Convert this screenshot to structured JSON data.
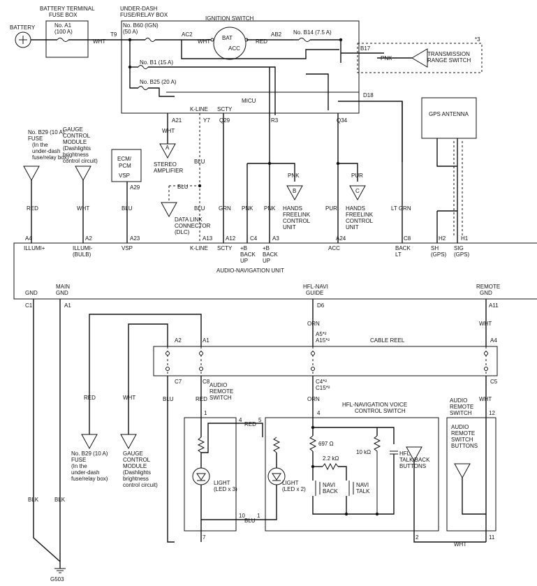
{
  "labels": {
    "battery": "BATTERY",
    "btfb_1": "BATTERY TERMINAL",
    "btfb_2": "FUSE BOX",
    "fuse_a1_1": "No. A1",
    "fuse_a1_2": "(100 A)",
    "udfb_1": "UNDER-DASH",
    "udfb_2": "FUSE/RELAY BOX",
    "fuse_b60_1": "No. B60 (IGN)",
    "fuse_b60_2": "(50 A)",
    "ign_switch": "IGNITION SWITCH",
    "bat": "BAT",
    "acc": "ACC",
    "fuse_b14": "No. B14 (7.5 A)",
    "fuse_b1": "No. B1 (15 A)",
    "fuse_b25": "No. B25 (20 A)",
    "micu": "MICU",
    "star3": "*3",
    "trs_1": "TRANSMISSION",
    "trs_2": "RANGE SWITCH",
    "gps_antenna": "GPS ANTENNA",
    "b29_1": "No. B29 (10 A)",
    "b29_2": "FUSE",
    "b29_3": "(In the",
    "b29_4": "under-dash",
    "b29_5": "fuse/relay box)",
    "gcm_1": "GAUGE",
    "gcm_2": "CONTROL",
    "gcm_3": "MODULE",
    "gcm_4": "(Dashlights",
    "gcm_5": "brightness",
    "gcm_6": "control circuit)",
    "ecm_1": "ECM/",
    "ecm_2": "PCM",
    "ecm_3": "VSP",
    "stereo_1": "STEREO",
    "stereo_2": "AMPLIFIER",
    "dlc_1": "DATA LINK",
    "dlc_2": "CONNECTOR",
    "dlc_3": "(DLC)",
    "hfl_1": "HANDS",
    "hfl_2": "FREELINK",
    "hfl_3": "CONTROL",
    "hfl_4": "UNIT",
    "illumi_plus": "ILLUMI+",
    "illumi_minus_1": "ILLUMI-",
    "illumi_minus_2": "(BULB)",
    "vsp": "VSP",
    "kline": "K-LINE",
    "scty": "SCTY",
    "plusb_1": "+B",
    "plusb_2": "BACK",
    "plusb_3": "UP",
    "acc_pin": "ACC",
    "backlt_1": "BACK",
    "backlt_2": "LT",
    "sh_1": "SH",
    "sh_2": "(GPS)",
    "sig_1": "SIG",
    "sig_2": "(GPS)",
    "anu": "AUDIO-NAVIGATION UNIT",
    "gnd": "GND",
    "main_gnd_1": "MAIN",
    "main_gnd_2": "GND",
    "hfl_navi_1": "HFL-NAVI",
    "hfl_navi_2": "GUIDE",
    "remote_gnd_1": "REMOTE",
    "remote_gnd_2": "GND",
    "cable_reel": "CABLE REEL",
    "ars_1": "AUDIO",
    "ars_2": "REMOTE",
    "ars_3": "SWITCH",
    "hfl_nav_vcs_1": "HFL-NAVIGATION VOICE",
    "hfl_nav_vcs_2": "CONTROL SWITCH",
    "ars_btn_1": "AUDIO",
    "ars_btn_2": "REMOTE",
    "ars_btn_3": "SWITCH",
    "ars_btn_4": "BUTTONS",
    "light_led3_1": "LIGHT",
    "light_led3_2": "(LED x 3)",
    "light_led2_1": "LIGHT",
    "light_led2_2": "(LED x 2)",
    "r697": "697 Ω",
    "r2k2": "2.2 kΩ",
    "r10k": "10 kΩ",
    "navi_back_1": "NAVI",
    "navi_back_2": "BACK",
    "navi_talk_1": "NAVI",
    "navi_talk_2": "TALK",
    "hfl_tb_1": "HFL",
    "hfl_tb_2": "TALK/BACK",
    "hfl_tb_3": "BUTTONS",
    "g503": "G503",
    "box_a": "A",
    "box_b": "B",
    "box_c": "C"
  },
  "wires": {
    "wht": "WHT",
    "red": "RED",
    "pnk": "PNK",
    "blu": "BLU",
    "grn": "GRN",
    "pur": "PUR",
    "ltgrn": "LT GRN",
    "orn": "ORN",
    "blk": "BLK"
  },
  "pins": {
    "t9": "T9",
    "ac2": "AC2",
    "ab2": "AB2",
    "b17": "B17",
    "d18": "D18",
    "a21": "A21",
    "y7": "Y7",
    "q29": "Q29",
    "r3": "R3",
    "q34": "Q34",
    "kline_top": "K-LINE",
    "scty_top": "SCTY",
    "a29": "A29",
    "a4": "A4",
    "a2": "A2",
    "a23": "A23",
    "a13": "A13",
    "a12": "A12",
    "c4": "C4",
    "a3": "A3",
    "a24": "A24",
    "c8": "C8",
    "h2": "H2",
    "h1": "H1",
    "c1": "C1",
    "a1": "A1",
    "d6": "D6",
    "a11": "A11",
    "a5": "A5*²",
    "a15": "A15*²",
    "cr_a2": "A2",
    "cr_a1": "A1",
    "cr_a4": "A4",
    "c7": "C7",
    "cr_c8": "C8",
    "c4s": "C4*²",
    "c15": "C15*²",
    "c5": "C5",
    "n1": "1",
    "n4": "4",
    "n5": "5",
    "n4b": "4",
    "n12": "12",
    "n10": "10",
    "n1b": "1",
    "n7": "7",
    "n2": "2",
    "n11": "11"
  }
}
